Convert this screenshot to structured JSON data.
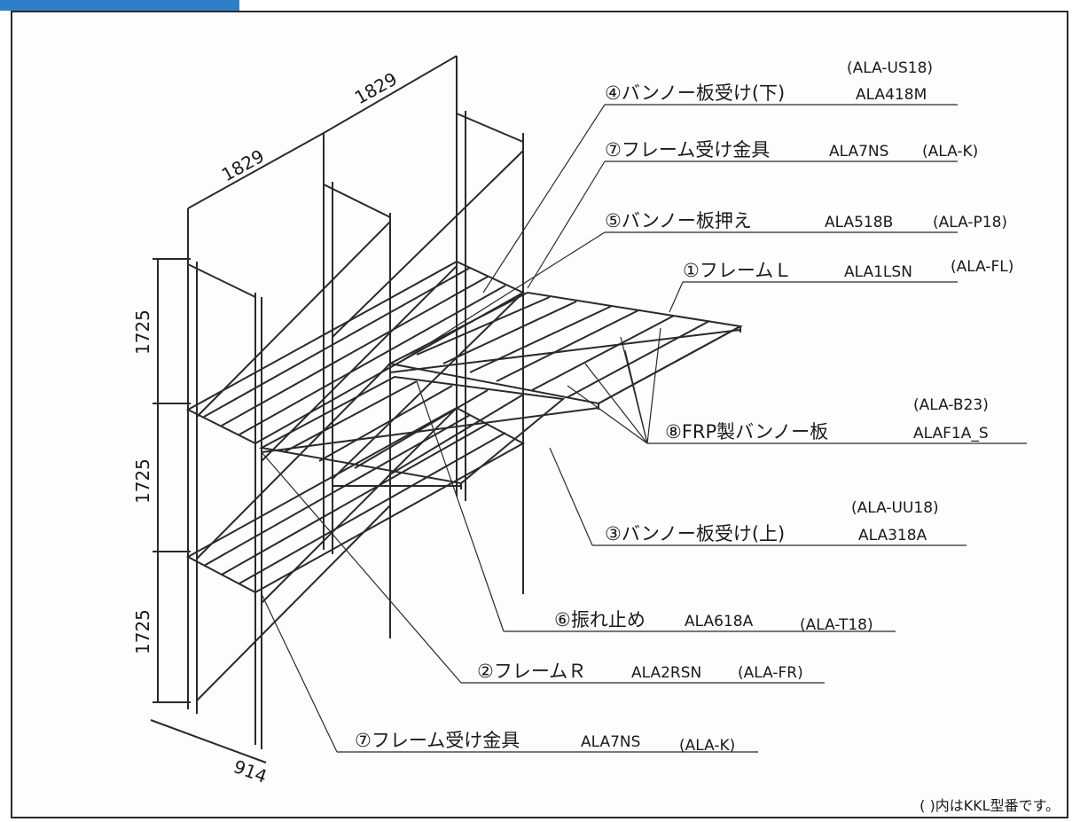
{
  "dimensions": {
    "top_width_1": "1829",
    "top_width_2": "1829",
    "height_1": "1725",
    "height_2": "1725",
    "height_3": "1725",
    "depth": "914"
  },
  "callouts": [
    {
      "id": "c4",
      "name": "④バンノー板受け(下)",
      "code": "ALA418M",
      "kkl": "(ALA-US18)"
    },
    {
      "id": "c7a",
      "name": "⑦フレーム受け金具",
      "code": "ALA7NS",
      "kkl": "(ALA-K)"
    },
    {
      "id": "c5",
      "name": "⑤バンノー板押え",
      "code": "ALA518B",
      "kkl": "(ALA-P18)"
    },
    {
      "id": "c1",
      "name": "①フレームＬ",
      "code": "ALA1LSN",
      "kkl": "(ALA-FL)"
    },
    {
      "id": "c8",
      "name": "⑧FRP製バンノー板",
      "code": "ALAF1A_S",
      "kkl": "(ALA-B23)"
    },
    {
      "id": "c3",
      "name": "③バンノー板受け(上)",
      "code": "ALA318A",
      "kkl": "(ALA-UU18)"
    },
    {
      "id": "c6",
      "name": "⑥振れ止め",
      "code": "ALA618A",
      "kkl": "(ALA-T18)"
    },
    {
      "id": "c2",
      "name": "②フレームＲ",
      "code": "ALA2RSN",
      "kkl": "(ALA-FR)"
    },
    {
      "id": "c7b",
      "name": "⑦フレーム受け金具",
      "code": "ALA7NS",
      "kkl": "(ALA-K)"
    }
  ],
  "footnote": "( )内はKKL型番です。",
  "colors": {
    "accent_tab": "#2f7fc8",
    "line": "#2a2a2a"
  }
}
